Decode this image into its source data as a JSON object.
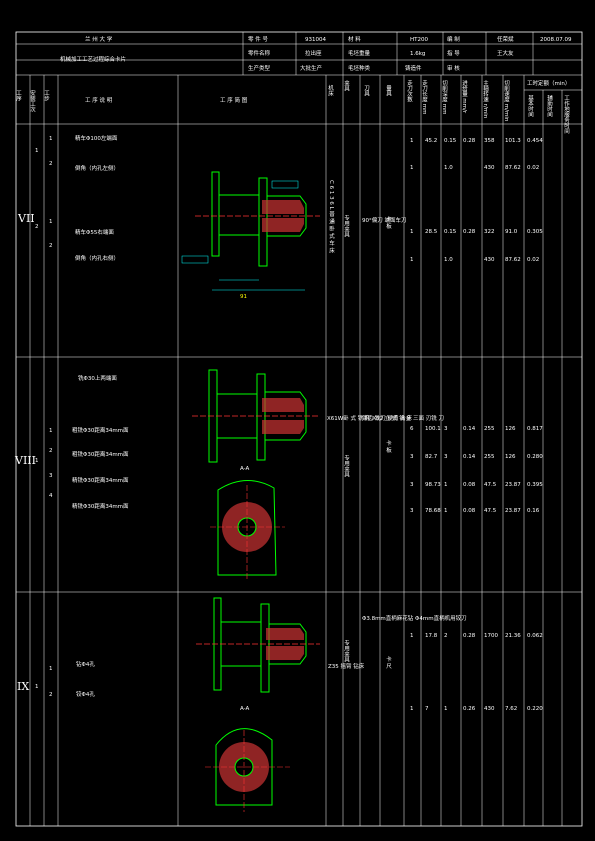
{
  "header": {
    "school": "兰 州 大 学",
    "card_title": "机械加工工艺过程综合卡片",
    "part_no_label": "零 件 号",
    "part_no": "931004",
    "material_label": "材    料",
    "material": "HT200",
    "drawn_label": "编    制",
    "drawn": "任荣斌",
    "date": "2008.07.09",
    "part_name_label": "零件名称",
    "part_name": "拉出座",
    "weight_label": "毛坯重量",
    "weight": "1.6kg",
    "sheet_label": "指    导",
    "sheet": "王大友",
    "prod_type_label": "生产类型",
    "prod_type": "大批生产",
    "blank_type_label": "毛坯种类",
    "blank_type": "铸造件",
    "review_label": "审    核",
    "review": ""
  },
  "columns": {
    "proc": "工序",
    "install": "安装工次",
    "step": "工步",
    "content": "工 序 说 明",
    "sketch": "工 序 简 图",
    "machine": "机床",
    "fixture": "夹具",
    "tool": "刀具",
    "measure": "量具",
    "passes": "走刀次数",
    "depth": "走刀长度 mm",
    "cut": "切削深度 mm",
    "feed": "进给量 mm/r",
    "speed": "主轴转速 r/min",
    "vel": "切削速度 m/min",
    "quota": "工时定额（min）",
    "basic": "基本时间",
    "aux": "辅助时间",
    "other": "工作地服务时间"
  },
  "rows": [
    {
      "proc": "VII",
      "installs": [
        "1",
        "2"
      ],
      "steps": [
        "1",
        "2",
        "1",
        "2"
      ],
      "contents": [
        "精车Φ100左端面",
        "倒角（内孔左侧）",
        "精车Φ55右端面",
        "倒角（内孔右侧）"
      ],
      "machine": "C 6 1 3 6 L 普 通 卧 式 车 床",
      "fixture": "专用夹具",
      "tool": "90°偏刀 端面车刀",
      "measure": "卡 板",
      "data": [
        [
          "1",
          "45.2",
          "0.15",
          "0.28",
          "358",
          "101.3",
          "0.454"
        ],
        [
          "1",
          "",
          "1.0",
          "",
          "430",
          "87.62",
          "0.02"
        ],
        [
          "1",
          "28.5",
          "0.15",
          "0.28",
          "322",
          "91.0",
          "0.305"
        ],
        [
          "1",
          "",
          "1.0",
          "",
          "430",
          "87.62",
          "0.02"
        ]
      ]
    },
    {
      "proc": "VIII",
      "installs": [
        "1"
      ],
      "steps": [
        "",
        "1",
        "2",
        "3",
        "4"
      ],
      "contents": [
        "铣Φ30上两端面",
        "粗铣Φ30距离34mm面",
        "粗铣Φ30距离34mm面",
        "精铣Φ30距离34mm面",
        "精铣Φ30距离34mm面"
      ],
      "machine": "X61W卧 式 铣 床 X52 立 式 铣 床",
      "fixture": "专用夹具",
      "tool": "镶齿 铣刀 硬质 合金 三面 刃铣 刀",
      "measure": "卡 板",
      "data": [
        [
          "6",
          "100.1",
          "3",
          "0.14",
          "255",
          "126",
          "0.817"
        ],
        [
          "3",
          "82.7",
          "3",
          "0.14",
          "255",
          "126",
          "0.280"
        ],
        [
          "3",
          "98.73",
          "1",
          "0.08",
          "47.5",
          "23.87",
          "0.395"
        ],
        [
          "3",
          "78.68",
          "1",
          "0.08",
          "47.5",
          "23.87",
          "0.16"
        ]
      ]
    },
    {
      "proc": "IX",
      "installs": [
        "1"
      ],
      "steps": [
        "1",
        "2"
      ],
      "contents": [
        "钻Φ4孔",
        "铰Φ4孔"
      ],
      "machine": "Z35 摇臂 钻床",
      "fixture": "专用夹具",
      "tool": "Φ3.8mm直柄麻花钻 Φ4mm直柄机用铰刀",
      "measure": "卡 尺",
      "data": [
        [
          "1",
          "17.8",
          "2",
          "0.28",
          "1700",
          "21.36",
          "0.062"
        ],
        [
          "1",
          "7",
          "1",
          "0.26",
          "430",
          "7.62",
          "0.220"
        ]
      ]
    }
  ],
  "sketch_labels": {
    "section": "A-A",
    "a": "A"
  },
  "colors": {
    "bg": "#000000",
    "line": "#ffffff",
    "part": "#00ff00",
    "hatch": "#ff4040",
    "dim": "#00ffff"
  }
}
